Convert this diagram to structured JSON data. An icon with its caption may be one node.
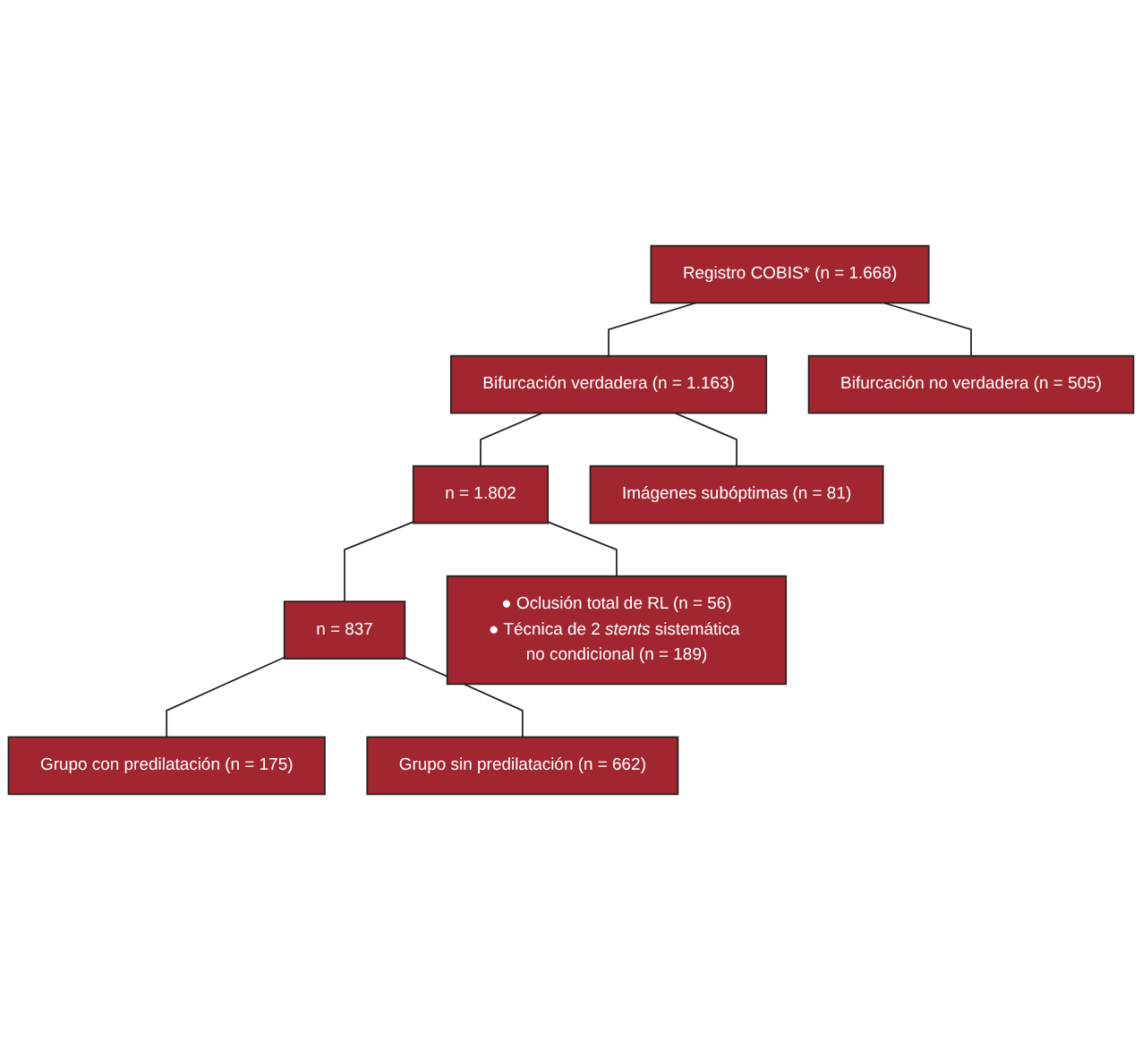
{
  "diagram": {
    "nodes": [
      {
        "text": [
          "Registro COBIS* (n = 1.668)"
        ]
      },
      {
        "text": [
          "Bifurcación no verdadera (n = 505)"
        ]
      },
      {
        "text": [
          "Bifurcación verdadera (n = 1.163)"
        ]
      },
      {
        "text": [
          "Imágenes subóptimas (n = 81)"
        ]
      },
      {
        "text": [
          "n = 1.802"
        ]
      },
      {
        "text": [
          "● Oclusión total de RL (n = 56)",
          "● Técnica de 2 *stents* sistemática no condicional (n = 189)"
        ]
      },
      {
        "text": [
          "n = 837"
        ]
      },
      {
        "text": [
          "Grupo con predilatación (n = 175)"
        ]
      },
      {
        "text": [
          "Grupo sin predilatación (n = 662)"
        ]
      }
    ],
    "edges": [
      {
        "from": 0,
        "to": 2,
        "arrow": "none"
      },
      {
        "from": 0,
        "to": 1,
        "arrow": "none"
      },
      {
        "from": 2,
        "to": 4,
        "arrow": "none"
      },
      {
        "from": 2,
        "to": 3,
        "arrow": "none"
      },
      {
        "from": 4,
        "to": 6,
        "arrow": "none"
      },
      {
        "from": 4,
        "to": 5,
        "arrow": "none"
      },
      {
        "from": 6,
        "to": 7,
        "arrow": "none"
      },
      {
        "from": 6,
        "to": 8,
        "arrow": "none"
      }
    ]
  }
}
